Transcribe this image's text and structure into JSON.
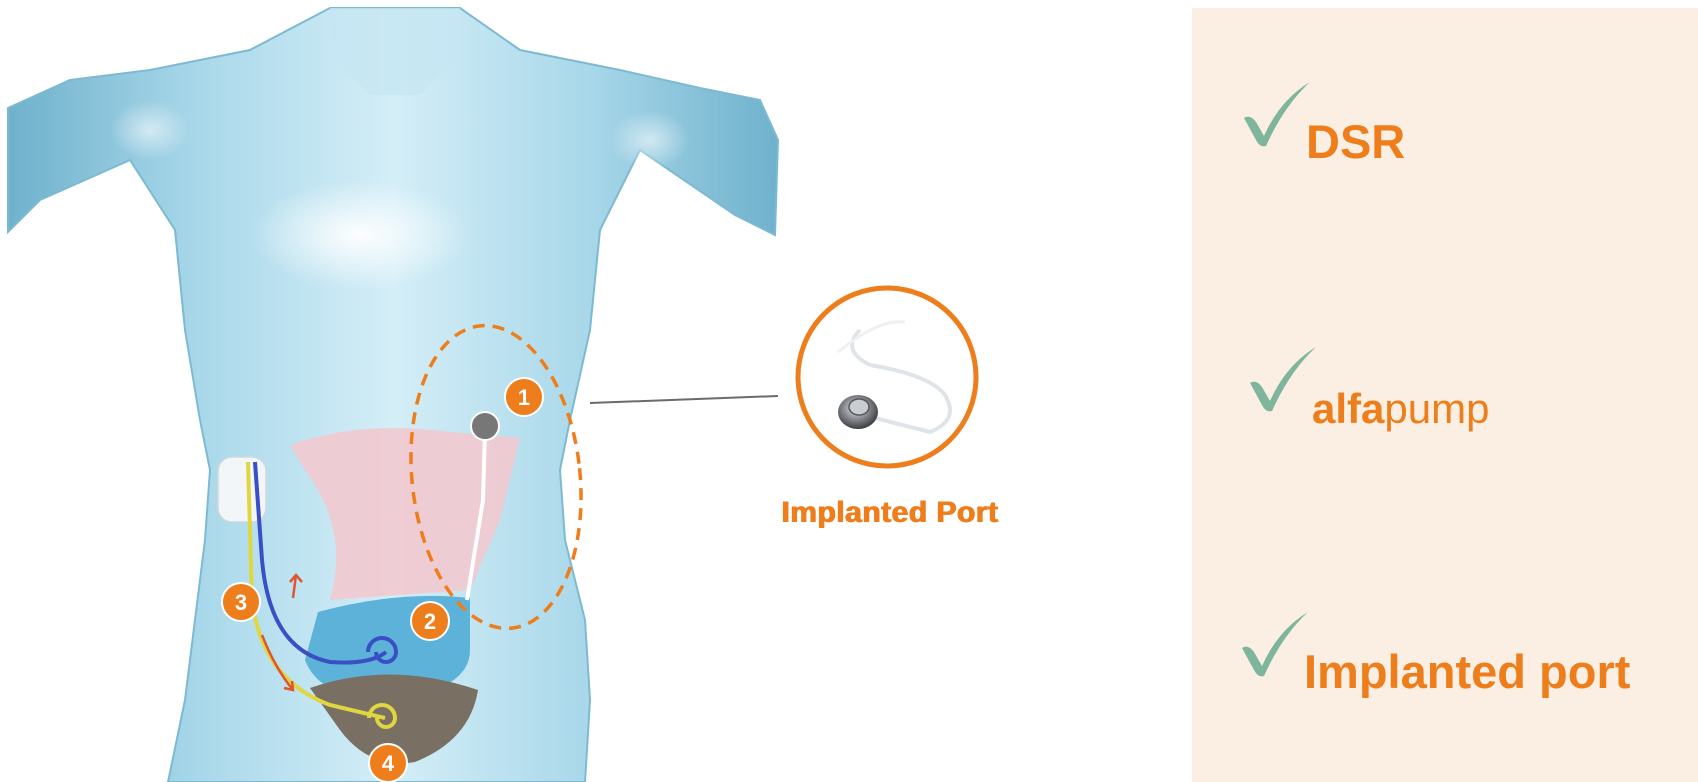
{
  "diagram": {
    "callout_label": "Implanted Port",
    "markers": [
      {
        "id": "1",
        "label": "1"
      },
      {
        "id": "2",
        "label": "2"
      },
      {
        "id": "3",
        "label": "3"
      },
      {
        "id": "4",
        "label": "4"
      }
    ]
  },
  "checklist": {
    "items": [
      {
        "bold": "DSR",
        "rest": ""
      },
      {
        "bold": "alfa",
        "rest": "pump"
      },
      {
        "bold": "Implanted port",
        "rest": ""
      }
    ]
  },
  "colors": {
    "accent": "#ee7d1b",
    "check": "#7fb59c",
    "panel": "#fbefe3",
    "body": "#a9d6e6",
    "pump_line": "#3a4fc4",
    "drain_line": "#e0d640"
  }
}
